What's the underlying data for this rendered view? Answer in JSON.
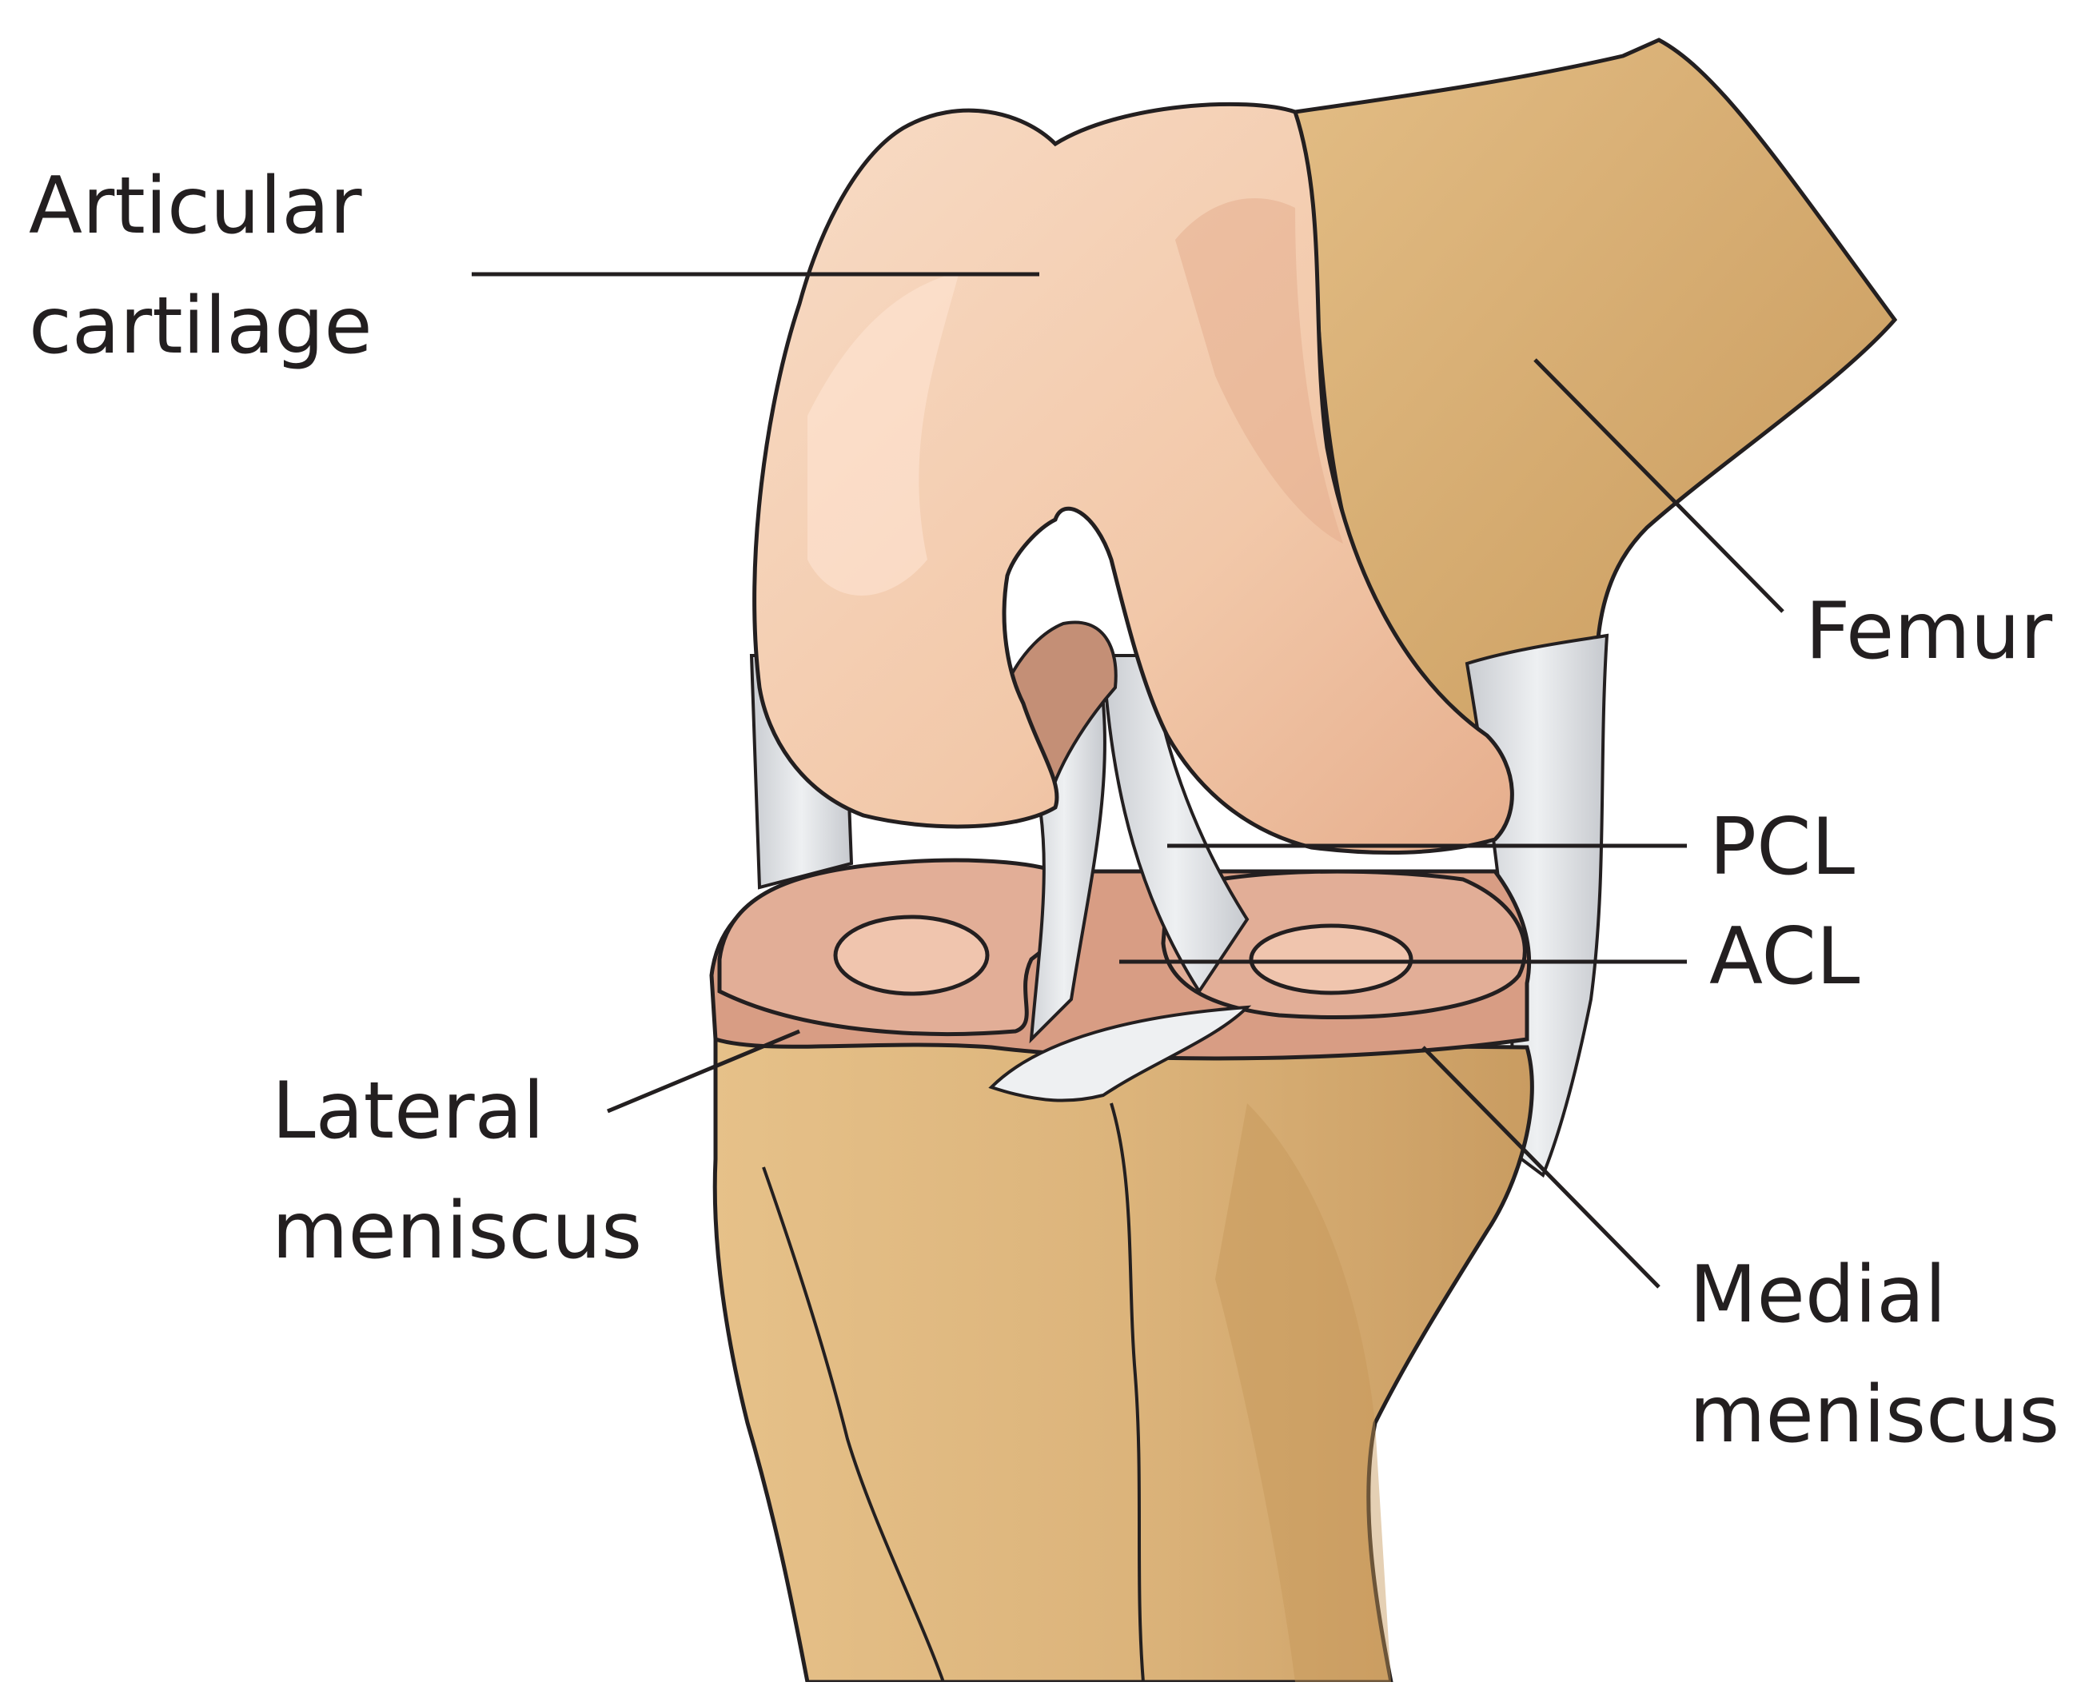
{
  "labels": {
    "articular_cartilage": {
      "line1": "Articular",
      "line2": "cartilage"
    },
    "femur": "Femur",
    "pcl": "PCL",
    "acl": "ACL",
    "lateral_meniscus": {
      "line1": "Lateral",
      "line2": "meniscus"
    },
    "medial_meniscus": {
      "line1": "Medial",
      "line2": "meniscus"
    }
  },
  "colors": {
    "bone": "#ddb57d",
    "bone_shadow": "#c99b5e",
    "cartilage": "#f4cdb0",
    "cartilage_shadow": "#e2ab8d",
    "meniscus": "#dba189",
    "ligament": "#dfe1e4",
    "outline": "#231f20"
  }
}
